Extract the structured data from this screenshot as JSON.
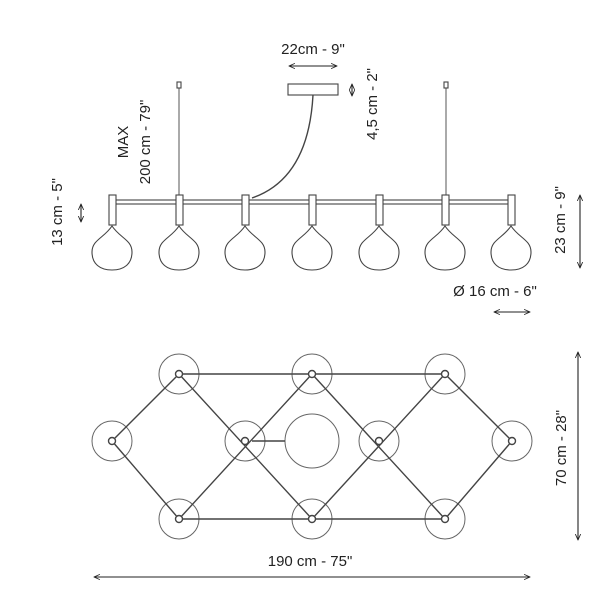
{
  "dimensions": {
    "canopy_width": "22cm - 9\"",
    "canopy_height": "4,5 cm - 2\"",
    "max_label": "MAX",
    "max_cable": "200 cm - 79\"",
    "pendant_height": "13 cm - 5\"",
    "total_height": "23 cm - 9\"",
    "diameter": "Ø 16 cm - 6\"",
    "depth": "70 cm - 28\"",
    "length": "190 cm - 75\""
  }
}
